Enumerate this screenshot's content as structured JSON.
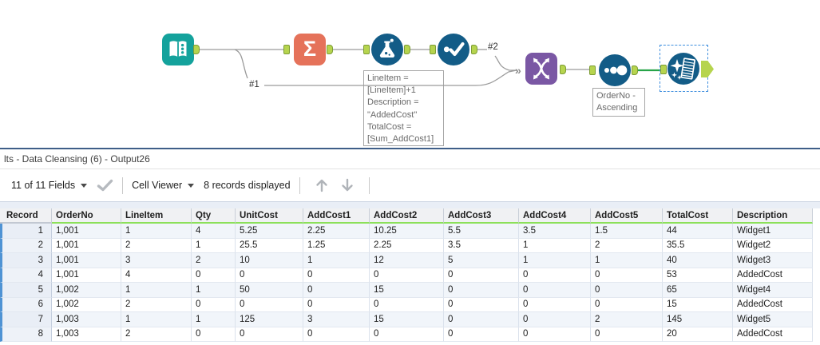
{
  "palette": {
    "tool_teal": "#14a29c",
    "tool_salmon": "#e5725a",
    "tool_blue": "#135c87",
    "tool_purple": "#7a57a4",
    "anchor_green": "#b6d44e",
    "selected_wire_green": "#27a448",
    "selection_dash_blue": "#3e8ede",
    "header_underline_green": "#8ce05a",
    "wire_grey": "#9b9b9b"
  },
  "icons": {
    "sigma": "Σ",
    "multi_input": "»"
  },
  "canvas": {
    "tools": [
      "input-data",
      "summarize",
      "formula",
      "unique",
      "union",
      "sort",
      "data-cleansing"
    ],
    "wire_labels": {
      "w1": "#1",
      "w2": "#2"
    },
    "formula_annotation": [
      "LineItem =",
      "[LineItem]+1",
      "Description =",
      "\"AddedCost\"",
      "TotalCost =",
      "[Sum_AddCost1]"
    ],
    "sort_annotation": [
      "OrderNo -",
      "Ascending"
    ]
  },
  "results": {
    "title": "lts - Data Cleansing (6) - Output26",
    "toolbar": {
      "fields_dropdown": "11 of 11 Fields",
      "cell_viewer_dropdown": "Cell Viewer",
      "records_label": "8 records displayed"
    },
    "table": {
      "columns": [
        "Record",
        "OrderNo",
        "LineItem",
        "Qty",
        "UnitCost",
        "AddCost1",
        "AddCost2",
        "AddCost3",
        "AddCost4",
        "AddCost5",
        "TotalCost",
        "Description"
      ],
      "rows": [
        [
          "1",
          "1,001",
          "1",
          "4",
          "5.25",
          "2.25",
          "10.25",
          "5.5",
          "3.5",
          "1.5",
          "44",
          "Widget1"
        ],
        [
          "2",
          "1,001",
          "2",
          "1",
          "25.5",
          "1.25",
          "2.25",
          "3.5",
          "1",
          "2",
          "35.5",
          "Widget2"
        ],
        [
          "3",
          "1,001",
          "3",
          "2",
          "10",
          "1",
          "12",
          "5",
          "1",
          "1",
          "40",
          "Widget3"
        ],
        [
          "4",
          "1,001",
          "4",
          "0",
          "0",
          "0",
          "0",
          "0",
          "0",
          "0",
          "53",
          "AddedCost"
        ],
        [
          "5",
          "1,002",
          "1",
          "1",
          "50",
          "0",
          "15",
          "0",
          "0",
          "0",
          "65",
          "Widget4"
        ],
        [
          "6",
          "1,002",
          "2",
          "0",
          "0",
          "0",
          "0",
          "0",
          "0",
          "0",
          "15",
          "AddedCost"
        ],
        [
          "7",
          "1,003",
          "1",
          "1",
          "125",
          "3",
          "15",
          "0",
          "0",
          "2",
          "145",
          "Widget5"
        ],
        [
          "8",
          "1,003",
          "2",
          "0",
          "0",
          "0",
          "0",
          "0",
          "0",
          "0",
          "20",
          "AddedCost"
        ]
      ]
    }
  }
}
